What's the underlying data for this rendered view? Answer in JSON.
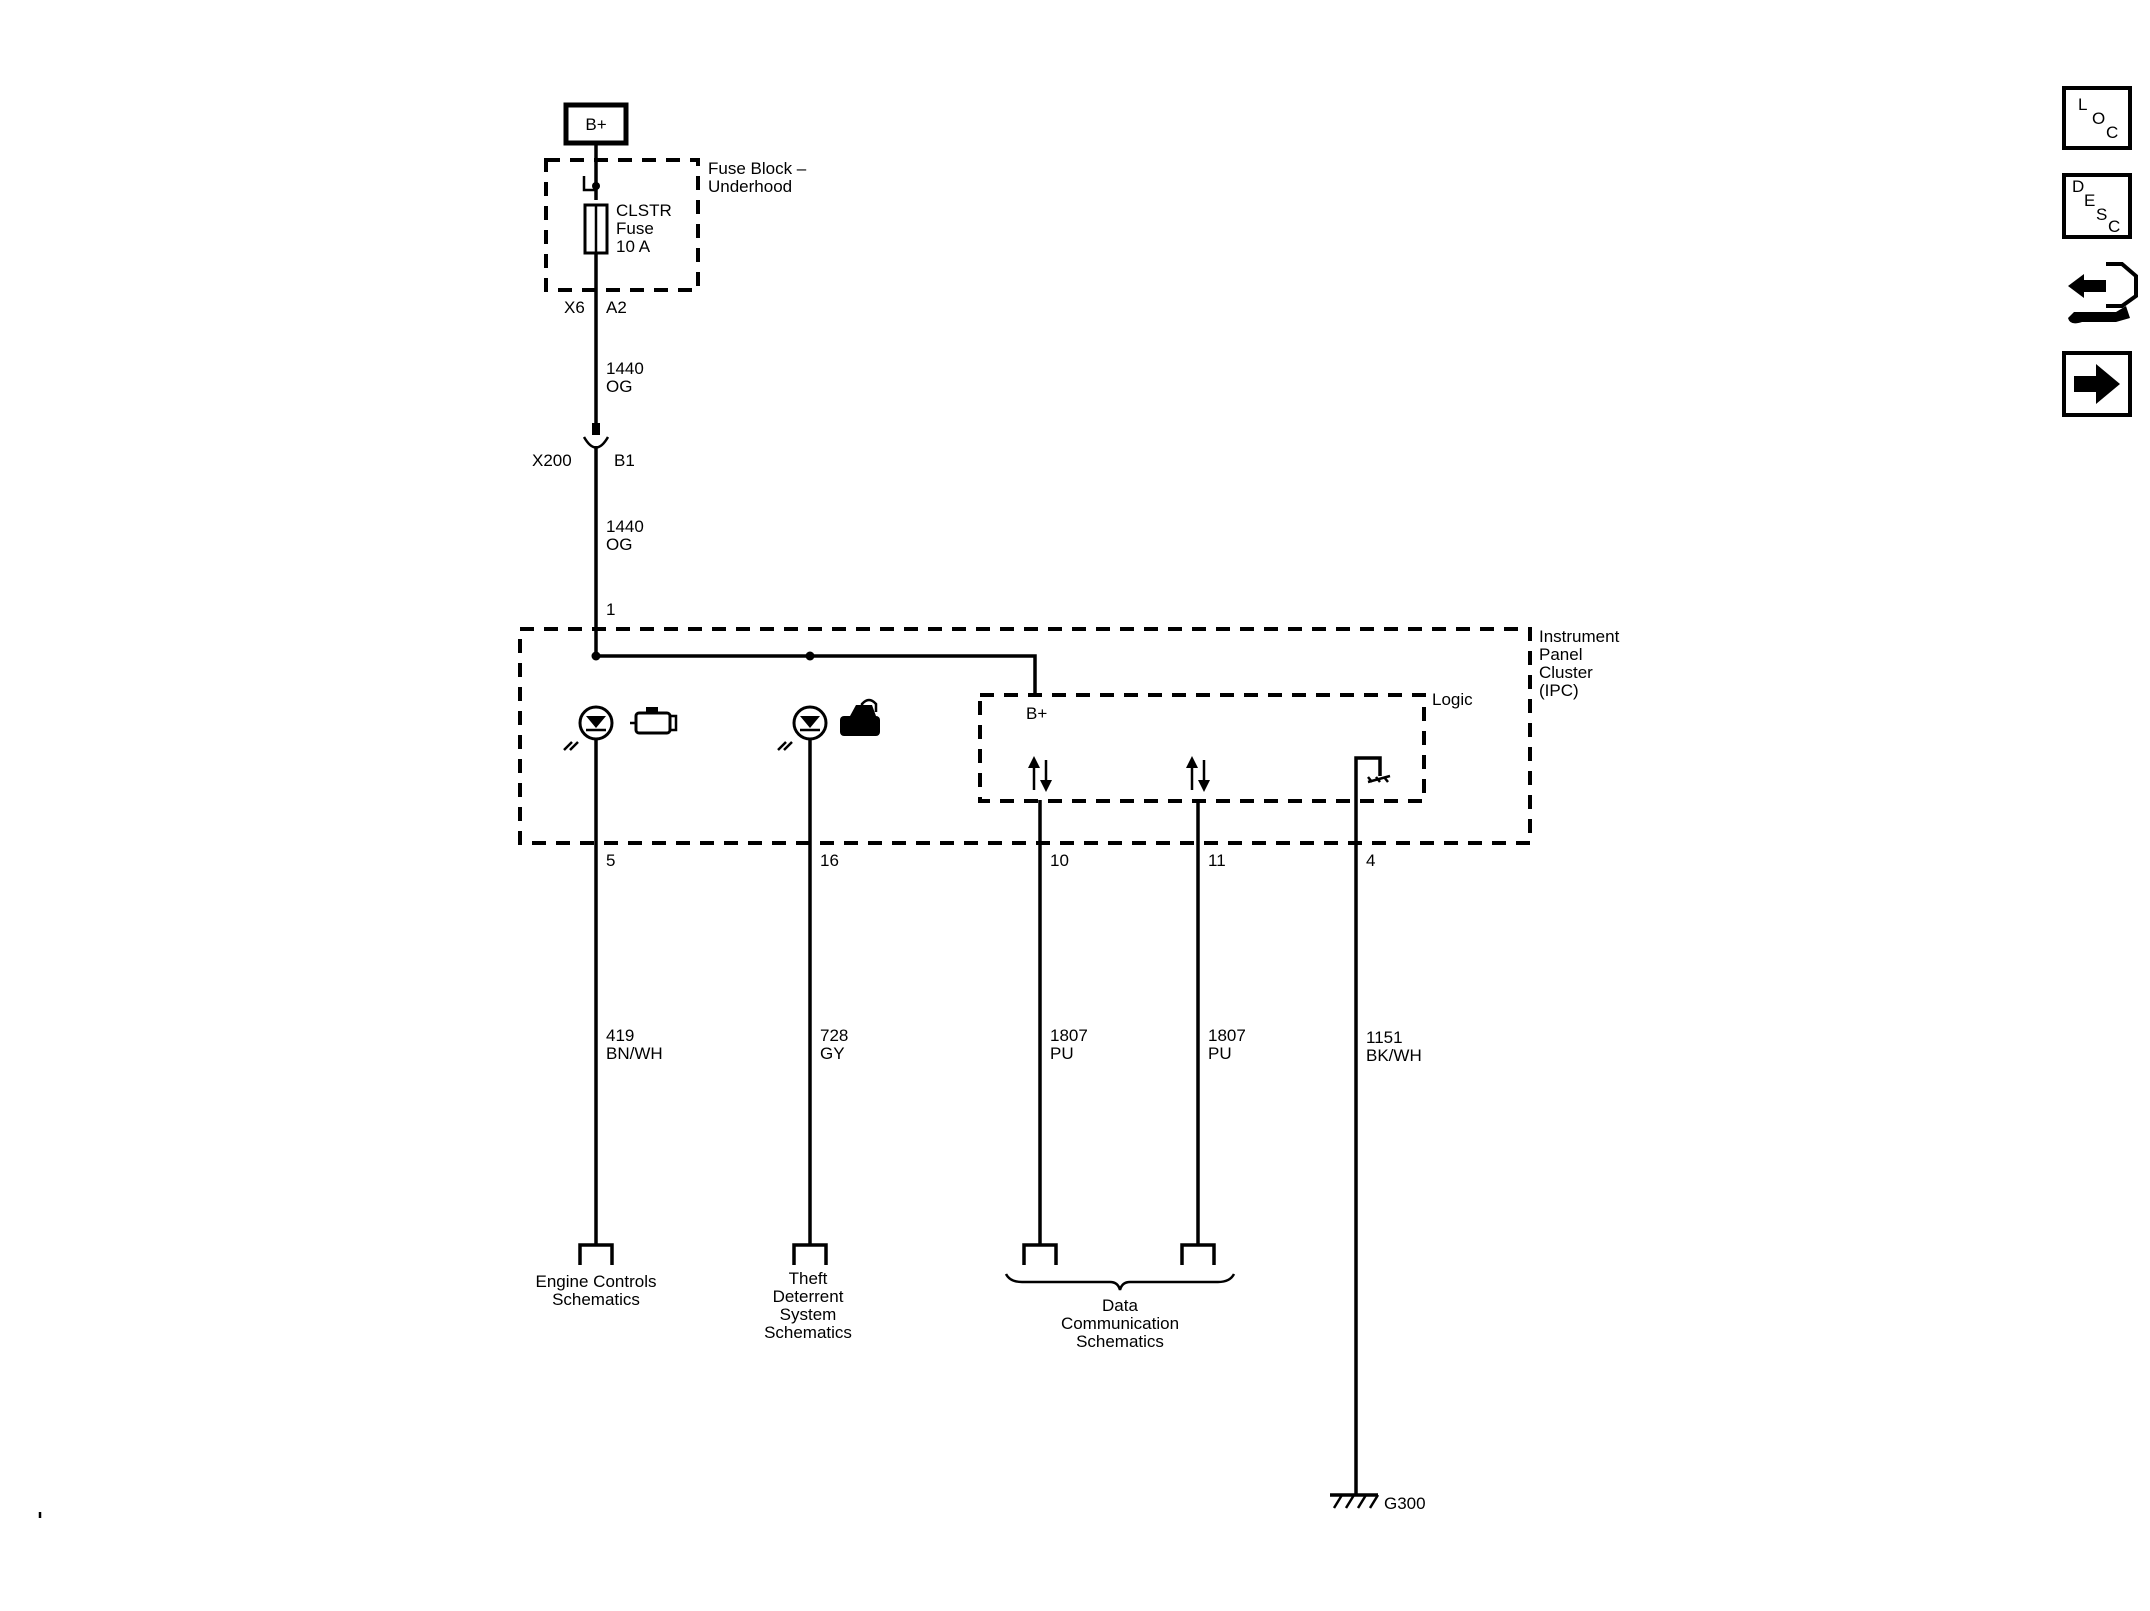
{
  "power": {
    "label": "B+"
  },
  "fuse_block": {
    "title_line1": "Fuse Block –",
    "title_line2": "Underhood",
    "fuse_line1": "CLSTR",
    "fuse_line2": "Fuse",
    "fuse_line3": "10 A",
    "connector": "X6",
    "pin": "A2"
  },
  "wire_top": {
    "circuit": "1440",
    "color": "OG"
  },
  "inline_connector": {
    "name": "X200",
    "pin": "B1"
  },
  "wire_mid": {
    "circuit": "1440",
    "color": "OG"
  },
  "ipc": {
    "pin_in": "1",
    "title_line1": "Instrument",
    "title_line2": "Panel",
    "title_line3": "Cluster",
    "title_line4": "(IPC)",
    "logic_label": "Logic",
    "logic_bplus": "B+"
  },
  "outputs": [
    {
      "pin": "5",
      "circuit": "419",
      "color": "BN/WH"
    },
    {
      "pin": "16",
      "circuit": "728",
      "color": "GY"
    },
    {
      "pin": "10",
      "circuit": "1807",
      "color": "PU"
    },
    {
      "pin": "11",
      "circuit": "1807",
      "color": "PU"
    },
    {
      "pin": "4",
      "circuit": "1151",
      "color": "BK/WH"
    }
  ],
  "destinations": {
    "engine_line1": "Engine Controls",
    "engine_line2": "Schematics",
    "theft_line1": "Theft",
    "theft_line2": "Deterrent",
    "theft_line3": "System",
    "theft_line4": "Schematics",
    "data_line1": "Data",
    "data_line2": "Communication",
    "data_line3": "Schematics"
  },
  "ground": {
    "label": "G300"
  },
  "sidebar": {
    "loc": {
      "l": "L",
      "o": "O",
      "c": "C"
    },
    "desc": {
      "d": "D",
      "e": "E",
      "s": "S",
      "c": "C"
    },
    "icons": [
      "loc-icon",
      "desc-icon",
      "connector-tools-icon",
      "arrow-right-icon"
    ]
  }
}
